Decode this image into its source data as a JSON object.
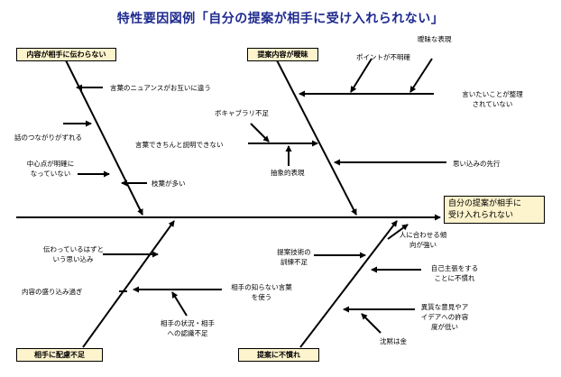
{
  "title": "特性要因図例「自分の提案が相手に受け入れられない」",
  "effect": [
    "自分の提案が相手に",
    "受け入れられない"
  ],
  "categories": {
    "top_left": "内容が相手に伝わらない",
    "top_right": "提案内容が曖昧",
    "bottom_left": "相手に配慮不足",
    "bottom_right": "提案に不慣れ"
  },
  "causes": {
    "tl_nuance": [
      "言葉のニュアンスがお互いに違う"
    ],
    "tl_connect": [
      "話のつながりがずれる"
    ],
    "tl_focus": [
      "中心点が明確に",
      "なっていない"
    ],
    "tl_vocab": [
      "枝葉が多い"
    ],
    "tr_vague": [
      "曖昧な表現"
    ],
    "tr_point": [
      "ポイントが不明確"
    ],
    "tr_unorganized": [
      "言いたいことが整理",
      "されていない"
    ],
    "tr_vocabulary": [
      "ボキャブラリ不足"
    ],
    "tr_explain": [
      "言葉できちんと説明できない"
    ],
    "tr_abstract": [
      "抽象的表現"
    ],
    "tr_assume": [
      "思い込みの先行"
    ],
    "bl_assume": [
      "伝わっているはずと",
      "いう思い込み"
    ],
    "bl_pack": [
      "内容の盛り込み過ぎ"
    ],
    "bl_unknown": [
      "相手の知らない言葉",
      "を使う"
    ],
    "bl_recognition": [
      "相手の状況・相手",
      "への認識不足"
    ],
    "br_skill": [
      "提案技術の",
      "訓練不足"
    ],
    "br_adjust": [
      "人に合わせる傾",
      "向が強い"
    ],
    "br_insist": [
      "自己主張をする",
      "ことに不慣れ"
    ],
    "br_tolerance": [
      "異質な意見やア",
      "イデアへの許容",
      "度が低い"
    ],
    "br_silence": [
      "沈黙は金"
    ]
  }
}
